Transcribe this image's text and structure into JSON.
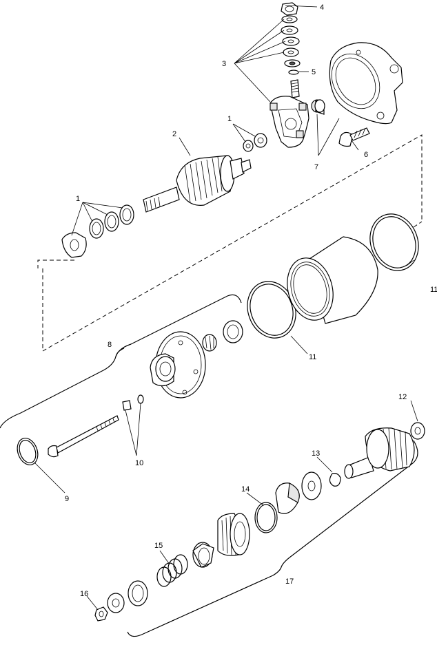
{
  "callouts": {
    "c1a": "1",
    "c1b": "1",
    "c2": "2",
    "c3": "3",
    "c4": "4",
    "c5": "5",
    "c6": "6",
    "c7": "7",
    "c8": "8",
    "c9": "9",
    "c10": "10",
    "c11a": "11",
    "c11b": "11",
    "c12": "12",
    "c13": "13",
    "c14": "14",
    "c15": "15",
    "c16": "16",
    "c17": "17"
  },
  "colors": {
    "line": "#000000",
    "background": "#ffffff"
  }
}
